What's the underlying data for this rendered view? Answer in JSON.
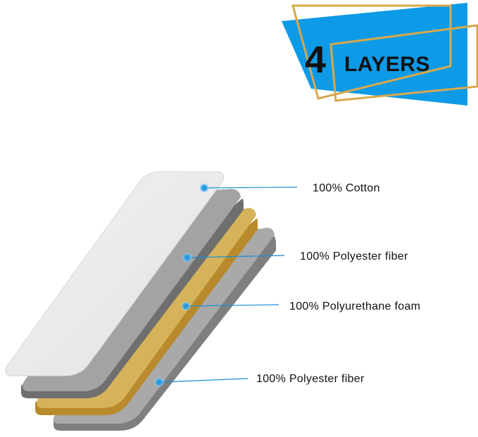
{
  "badge": {
    "number": "4",
    "word": "LAYERS",
    "panel_color": "#0d9ae6",
    "frame_color": "#d9a84a"
  },
  "layers": [
    {
      "label": "100% Cotton",
      "color": "#ebebeb"
    },
    {
      "label": "100% Polyester fiber",
      "color": "#9a9a9a"
    },
    {
      "label": "100% Polyurethane foam",
      "color": "#cfa94c"
    },
    {
      "label": "100% Polyester fiber",
      "color": "#9a9a9a"
    }
  ],
  "marker_color": "#1a8fd6"
}
